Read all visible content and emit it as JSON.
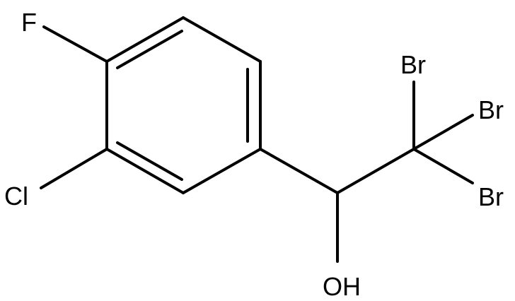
{
  "molecule": {
    "atoms": {
      "fluorine": "F",
      "chlorine": "Cl",
      "bromine_top": "Br",
      "bromine_middle": "Br",
      "bromine_bottom": "Br",
      "hydroxyl": "OH"
    },
    "colors": {
      "bond": "#000000",
      "label": "#000000",
      "background": "#ffffff"
    }
  }
}
